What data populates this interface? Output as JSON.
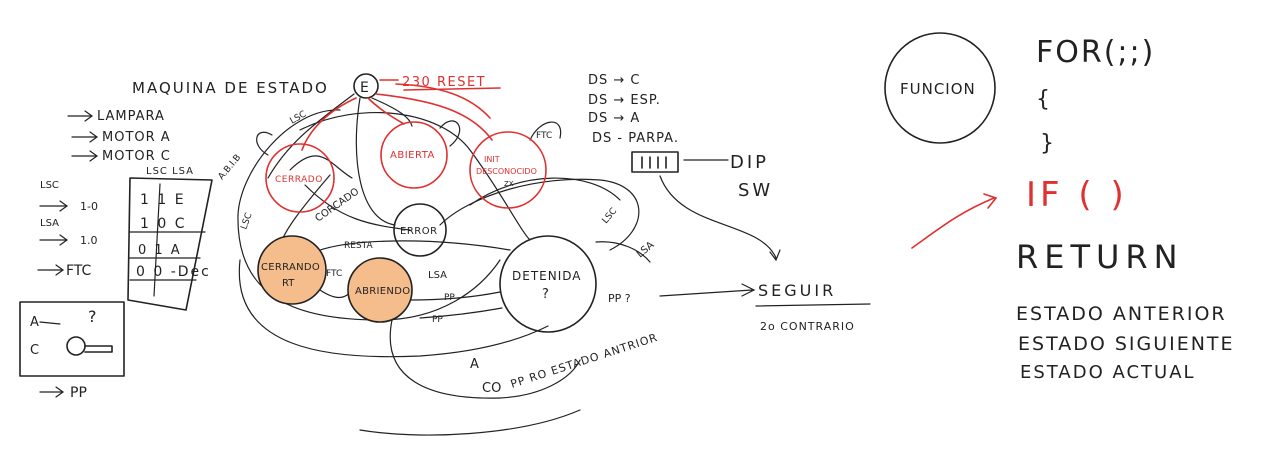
{
  "diagram": {
    "title": "MAQUINA DE ESTADO",
    "init_label": "E",
    "reset_label": "230 RESET",
    "states": {
      "cerrado": "CERRADO",
      "abierta": "ABIERTA",
      "desconocido_top": "INIT",
      "desconocido": "DESCONOCIDO",
      "error": "ERROR",
      "cerrando": "CERRANDO",
      "cerrando_sub": "RT",
      "abriendo": "ABRIENDO",
      "detenida": "DETENIDA",
      "detenida_sub": "?"
    },
    "transitions": {
      "lsc_a": "LSC",
      "lsc_b": "LSC",
      "lsa_a": "LSA",
      "lsa_b": "LSA",
      "lsc_c": "LSC",
      "abiertb": "A.B.I.B",
      "corcado": "CORCADO",
      "pp1": "PP",
      "pp2": "PP",
      "pp3": "PP ?",
      "ftc1": "FTC",
      "ftc2": "FTC",
      "a_label": "A",
      "co_label": "CO",
      "ppestado": "PP RO ESTADO ANTRIOR",
      "restart": "RESTA",
      "zx": "ZX"
    },
    "legend": {
      "lampara": "LAMPARA",
      "motor_a": "MOTOR A",
      "motor_c": "MOTOR C",
      "table_header": "LSC LSA",
      "lsc": "LSC",
      "lsa": "LSA",
      "ftc": "FTC",
      "row_lsc": "1-0",
      "row_lsa": "1.0",
      "table_rows": [
        "1  1  E",
        "1  0  C",
        "0  1  A",
        "0  0  -Dec"
      ],
      "box_a": "A",
      "box_q": "?",
      "box_c": "C",
      "pp": "PP"
    },
    "ds": {
      "ds_c": "DS → C",
      "ds_esp": "DS → ESP.",
      "ds_a": "DS → A",
      "ds_parpa": "DS - PARPA.",
      "dip": "DIP",
      "sw": "SW",
      "seguir": "SEGUIR",
      "contrario": "2o CONTRARIO"
    },
    "right": {
      "funcion": "FUNCION",
      "for": "FOR(;;)",
      "open_brace": "{",
      "close_brace": "}",
      "if": "IF ( )",
      "return": "RETURN",
      "anterior": "ESTADO ANTERIOR",
      "siguiente": "ESTADO SIGUIENTE",
      "actual": "ESTADO ACTUAL"
    },
    "colors": {
      "ink": "#222222",
      "red": "#e0302f",
      "orange_fill": "#f6bd8c",
      "background": "#ffffff"
    }
  }
}
